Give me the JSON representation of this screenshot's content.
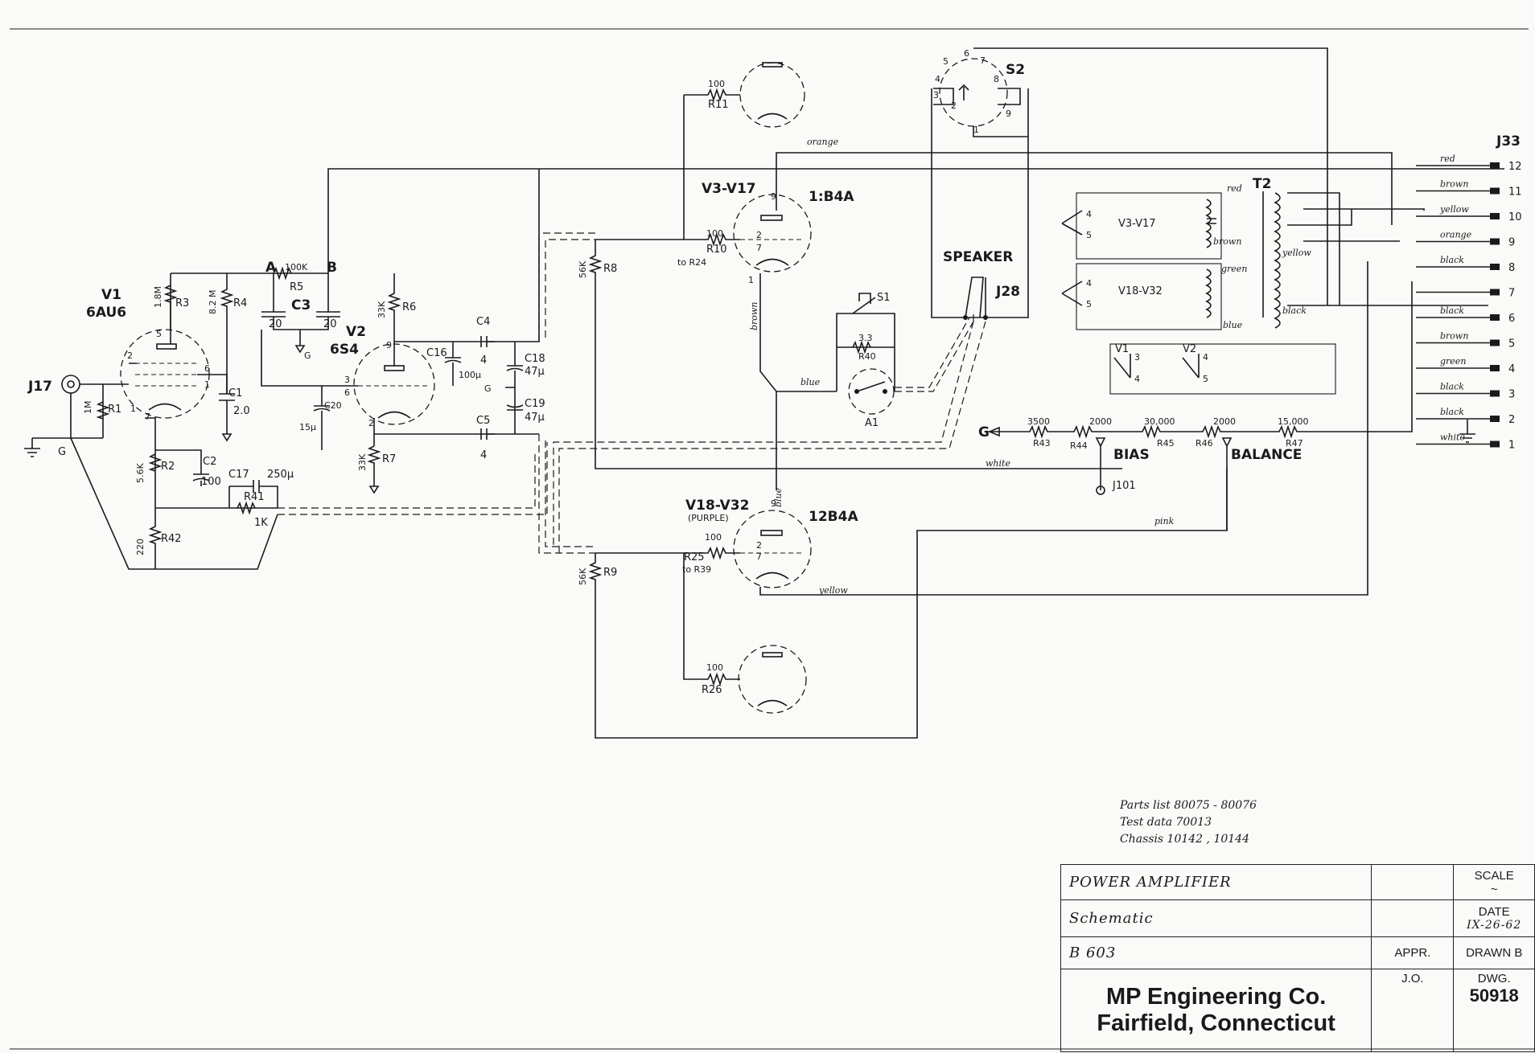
{
  "schematic": {
    "tubes": {
      "v1": {
        "ref": "V1",
        "type": "6AU6"
      },
      "v2": {
        "ref": "V2",
        "type": "6S4"
      },
      "v3": {
        "ref": "V3-V17",
        "type": "12B4A",
        "type_shown": "1:B4A"
      },
      "v18": {
        "ref": "V18-V32",
        "note": "(PURPLE)",
        "type": "12B4A"
      }
    },
    "resistors": [
      {
        "ref": "R1",
        "value": "1M"
      },
      {
        "ref": "R2",
        "value": "5.6K"
      },
      {
        "ref": "R3",
        "value": "1.8M"
      },
      {
        "ref": "R4",
        "value": "8.2 M"
      },
      {
        "ref": "R5",
        "value": "100K"
      },
      {
        "ref": "R6",
        "value": "33K"
      },
      {
        "ref": "R7",
        "value": "33K"
      },
      {
        "ref": "R8",
        "value": "56K"
      },
      {
        "ref": "R9",
        "value": "56K"
      },
      {
        "ref": "R10",
        "value": "100",
        "note": "to R24"
      },
      {
        "ref": "R11",
        "value": "100"
      },
      {
        "ref": "R25",
        "value": "100",
        "note": "to R39"
      },
      {
        "ref": "R26",
        "value": "100"
      },
      {
        "ref": "R40",
        "value": "3.3"
      },
      {
        "ref": "R41",
        "value": "1K"
      },
      {
        "ref": "R42",
        "value": "220"
      },
      {
        "ref": "R43",
        "value": "3500"
      },
      {
        "ref": "R44",
        "value": "2000"
      },
      {
        "ref": "R45",
        "value": "30,000"
      },
      {
        "ref": "R46",
        "value": "2000"
      },
      {
        "ref": "R47",
        "value": "15,000"
      }
    ],
    "capacitors": [
      {
        "ref": "C1",
        "value": "2.0"
      },
      {
        "ref": "C2",
        "value": "100"
      },
      {
        "ref": "C3",
        "value": "20",
        "value2": "20"
      },
      {
        "ref": "C4",
        "value": "4"
      },
      {
        "ref": "C5",
        "value": "4"
      },
      {
        "ref": "C16",
        "value": "100μ"
      },
      {
        "ref": "C17",
        "value": "250μ"
      },
      {
        "ref": "C18",
        "value": "47μ"
      },
      {
        "ref": "C19",
        "value": "47μ"
      },
      {
        "ref": "C20",
        "value": "15μ"
      }
    ],
    "misc": {
      "j17": "J17",
      "j28": "J28",
      "j33": "J33",
      "j101": "J101",
      "s1": "S1",
      "s2": "S2",
      "a1": "A1",
      "t2": "T2",
      "speaker": "SPEAKER",
      "bias": "BIAS",
      "balance": "BALANCE",
      "node_a": "A",
      "node_b": "B",
      "ground": "G",
      "t2_v3": "V3-V17",
      "t2_v18": "V18-V32",
      "v1_label": "V1",
      "v2_label": "V2"
    },
    "wire_colors": {
      "orange": "orange",
      "brown": "brown",
      "blue": "blue",
      "white": "white",
      "pink": "pink",
      "yellow": "yellow",
      "green": "green",
      "black": "black",
      "red": "red"
    },
    "j33_pins": [
      {
        "num": "12",
        "wire": "red"
      },
      {
        "num": "11",
        "wire": "brown"
      },
      {
        "num": "10",
        "wire": "yellow"
      },
      {
        "num": "9",
        "wire": "orange"
      },
      {
        "num": "8",
        "wire": "black"
      },
      {
        "num": "7",
        "wire": ""
      },
      {
        "num": "6",
        "wire": "black"
      },
      {
        "num": "5",
        "wire": "brown"
      },
      {
        "num": "4",
        "wire": "green"
      },
      {
        "num": "3",
        "wire": "black"
      },
      {
        "num": "2",
        "wire": "black"
      },
      {
        "num": "1",
        "wire": "white"
      }
    ]
  },
  "notes": {
    "parts_list": "Parts list 80075 - 80076",
    "test_data": "Test data 70013",
    "chassis": "Chassis 10142 , 10144"
  },
  "title_block": {
    "title": "POWER AMPLIFIER",
    "subtitle": "Schematic",
    "model": "B 603",
    "appr": "APPR.",
    "jo": "J.O.",
    "scale_label": "SCALE",
    "scale_value": "~",
    "date_label": "DATE",
    "date_value": "IX-26-62",
    "drawn_label": "DRAWN B",
    "dwg_label": "DWG.",
    "dwg_number": "50918",
    "company": "MP Engineering Co.",
    "location": "Fairfield, Connecticut"
  }
}
